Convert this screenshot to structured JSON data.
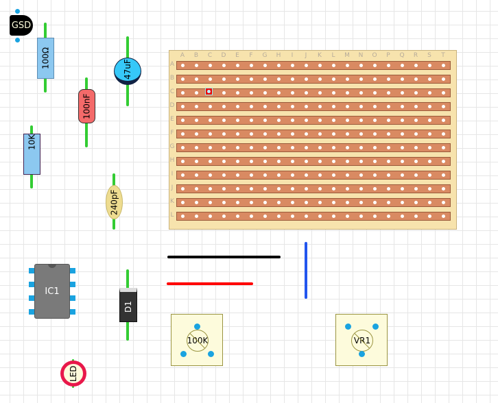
{
  "components": {
    "transistor": {
      "label": "GSD"
    },
    "resistor1": {
      "label": "100Ω"
    },
    "capacitor_electrolytic": {
      "label": "47uF"
    },
    "capacitor_ceramic": {
      "label": "100nF"
    },
    "resistor2": {
      "label": "10K"
    },
    "capacitor_disc": {
      "label": "240pF"
    },
    "ic": {
      "label": "IC1"
    },
    "diode": {
      "label": "D1"
    },
    "led": {
      "label": "LED"
    },
    "pot1": {
      "label": "100K"
    },
    "pot2": {
      "label": "VR1"
    }
  },
  "stripboard": {
    "columns": [
      "A",
      "B",
      "C",
      "D",
      "E",
      "F",
      "G",
      "H",
      "I",
      "J",
      "K",
      "L",
      "M",
      "N",
      "O",
      "P",
      "Q",
      "R",
      "S",
      "T"
    ],
    "rows": [
      "A",
      "B",
      "C",
      "D",
      "E",
      "F",
      "G",
      "H",
      "I",
      "J",
      "K",
      "L"
    ],
    "selected_hole": "C3"
  },
  "wires": [
    {
      "color": "#000000"
    },
    {
      "color": "#ff0000"
    },
    {
      "color": "#2255ee"
    }
  ]
}
